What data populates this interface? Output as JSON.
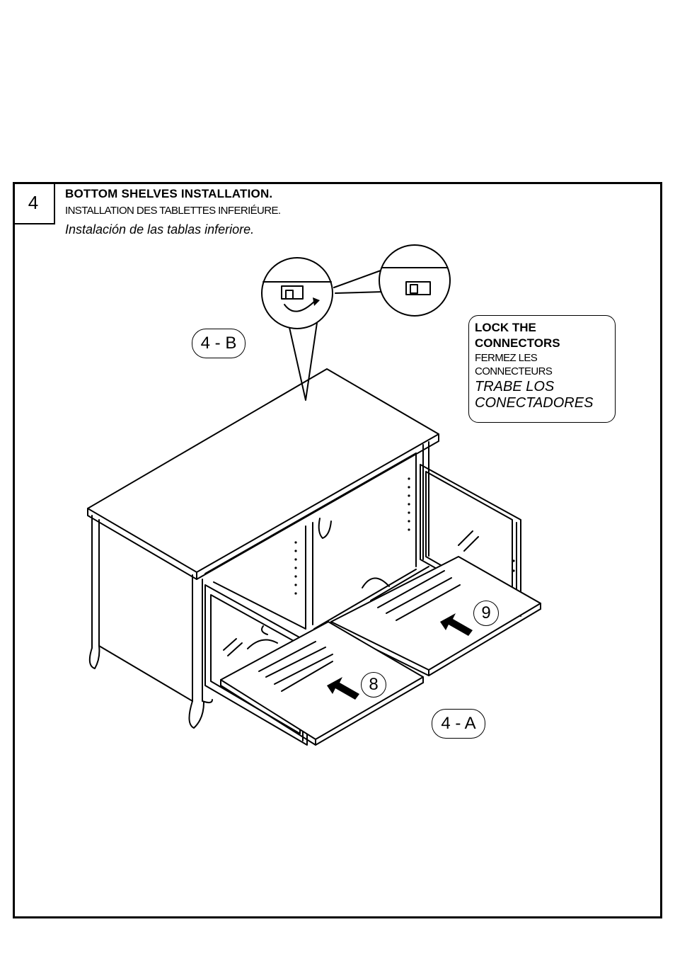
{
  "step": {
    "number": "4",
    "title_en": "BOTTOM SHELVES INSTALLATION.",
    "title_fr": "INSTALLATION DES TABLETTES INFERIÉURE.",
    "title_es": "Instalación de las  tablas inferiore."
  },
  "note": {
    "line1": "LOCK THE",
    "line2": "CONNECTORS",
    "line3": "FERMEZ LES",
    "line4": "CONNECTEURS",
    "line5": "TRABE LOS",
    "line6": "CONECTADORES"
  },
  "callouts": {
    "sub_b": "4 - B",
    "sub_a": "4 - A",
    "part_8": "8",
    "part_9": "9"
  }
}
